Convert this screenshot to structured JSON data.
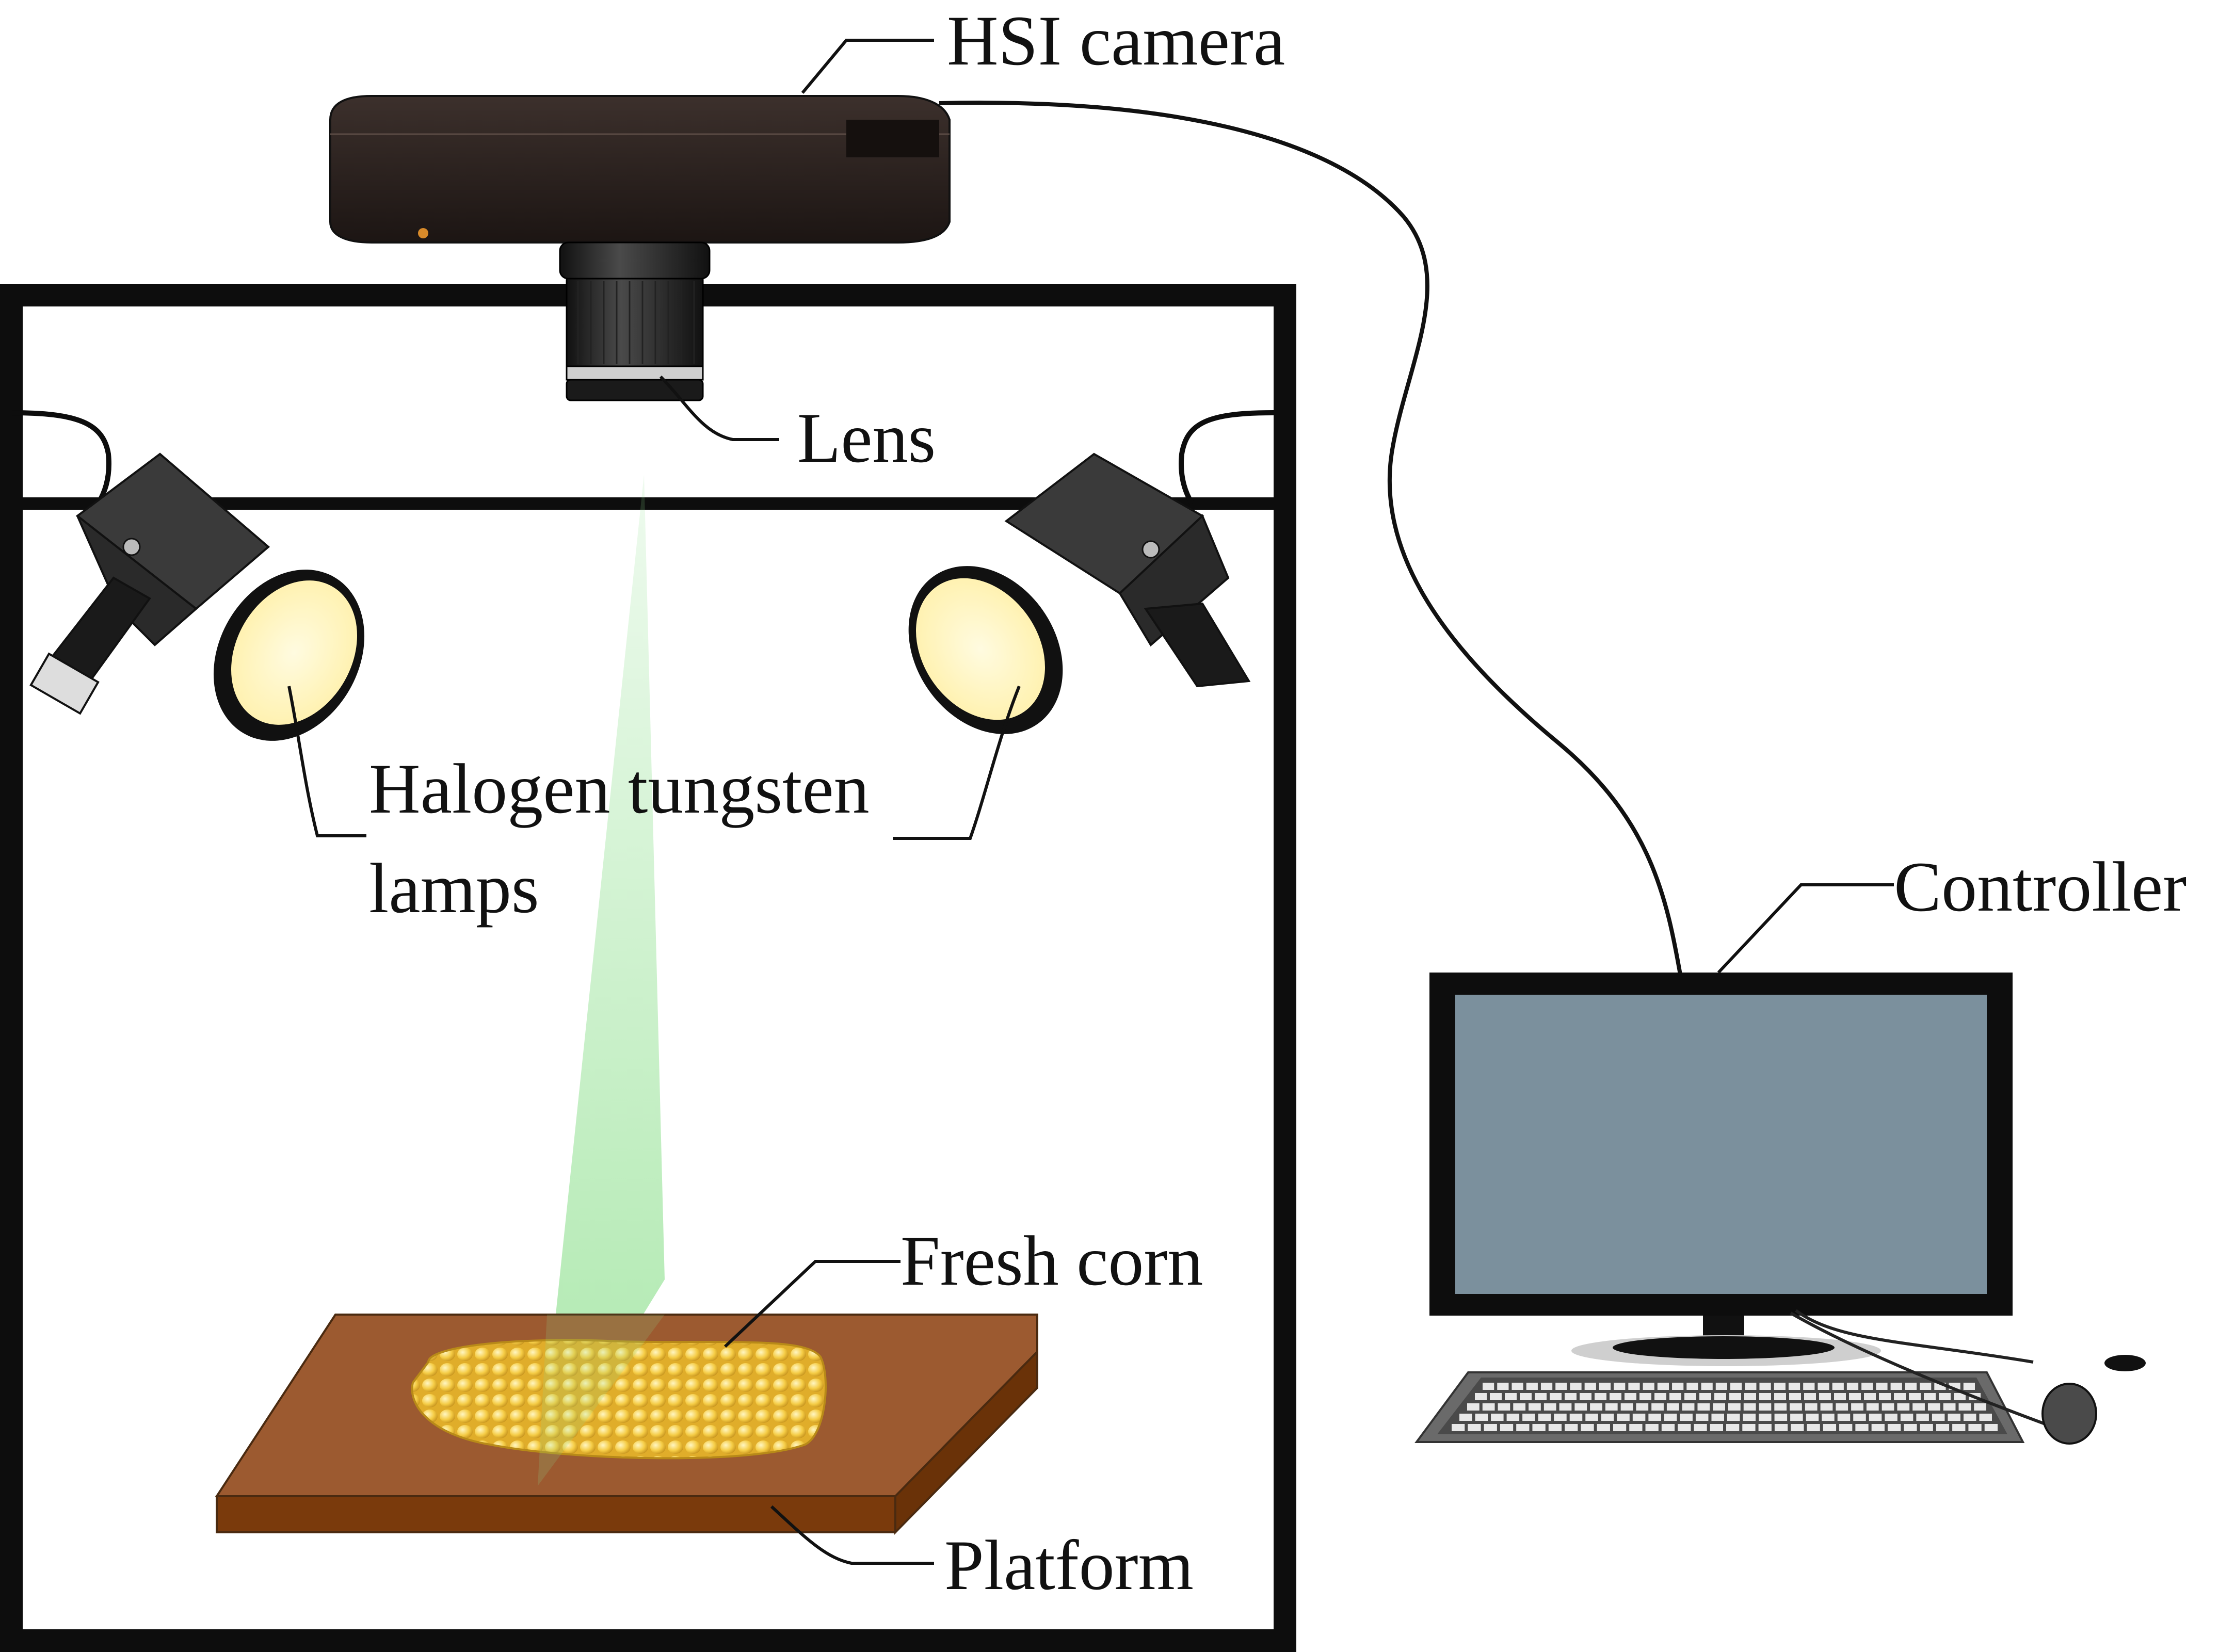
{
  "labels": {
    "hsi_camera": "HSI camera",
    "lens": "Lens",
    "lamps_line1": "Halogen tungsten",
    "lamps_line2": "lamps",
    "controller": "Controller",
    "fresh_corn": "Fresh corn",
    "platform": "Platform"
  },
  "colors": {
    "frame": "#0d0d0d",
    "camera_body": "#2a211f",
    "lamp_glow": "#fff3b8",
    "light_beam": "#8fe08f",
    "platform_top": "#9c5a30",
    "platform_side": "#7a3a0c",
    "corn": "#f2c744",
    "monitor_screen": "#7b909d",
    "keyboard": "#555555"
  }
}
